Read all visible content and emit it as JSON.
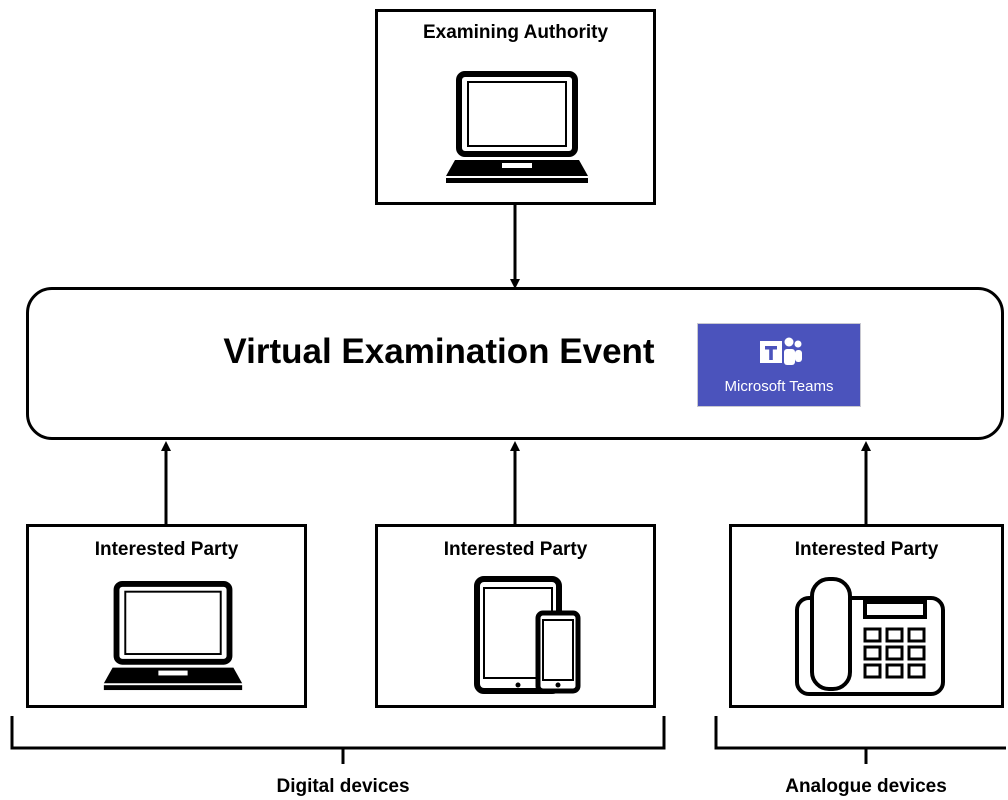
{
  "examining_authority": {
    "title": "Examining Authority",
    "icon": "laptop-icon"
  },
  "event": {
    "title": "Virtual Examination Event",
    "logo": {
      "label": "Microsoft Teams",
      "color": "#4b53bc",
      "icon": "microsoft-teams-logo"
    }
  },
  "parties": [
    {
      "title": "Interested Party",
      "icon": "laptop-icon"
    },
    {
      "title": "Interested Party",
      "icon": "tablet-phone-icon"
    },
    {
      "title": "Interested Party",
      "icon": "desk-phone-icon"
    }
  ],
  "groups": {
    "digital": "Digital devices",
    "analogue": "Analogue devices"
  }
}
